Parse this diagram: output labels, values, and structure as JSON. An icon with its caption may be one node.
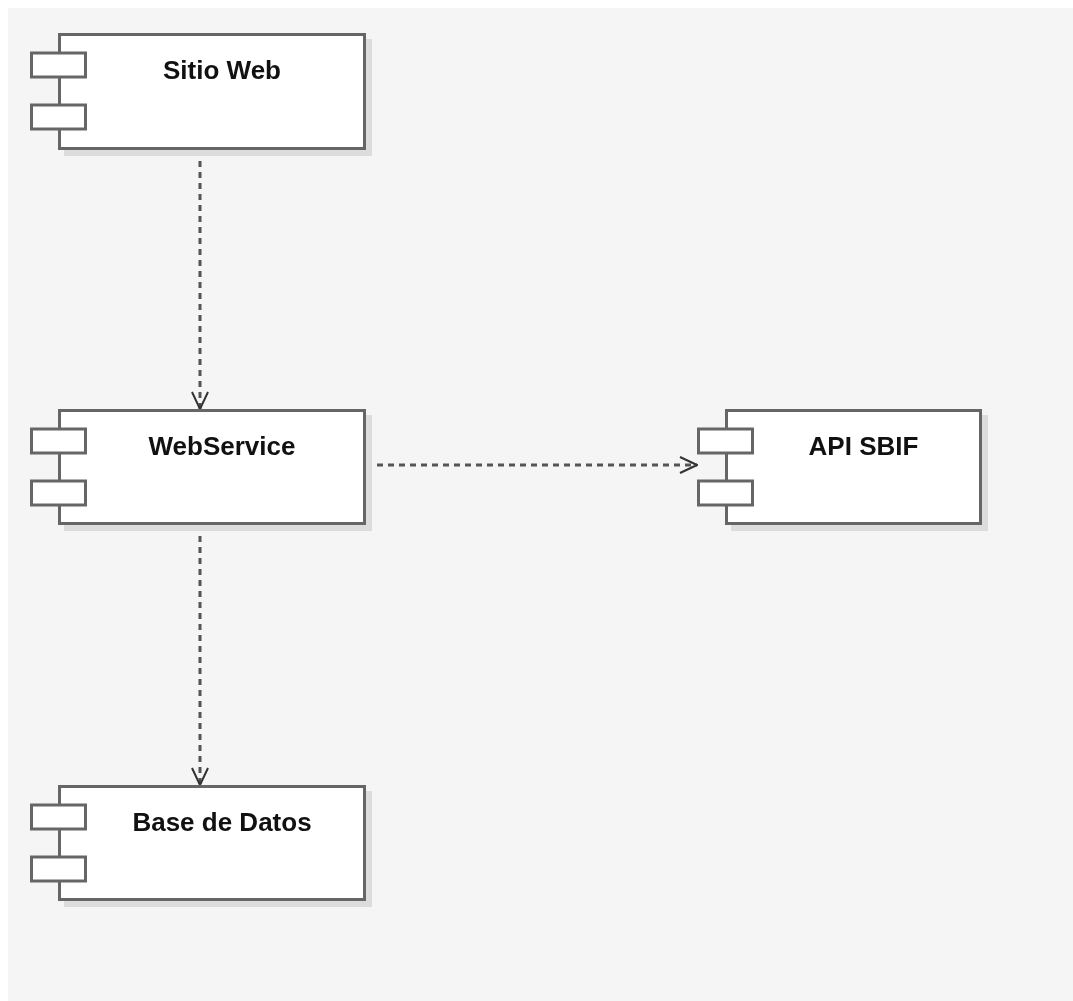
{
  "diagram": {
    "nodes": [
      {
        "text": [
          "Sitio Web"
        ]
      },
      {
        "text": [
          "WebService"
        ]
      },
      {
        "text": [
          "API SBIF"
        ]
      },
      {
        "text": [
          "Base de Datos"
        ]
      }
    ],
    "edges": [
      {
        "from": 0,
        "to": 1,
        "arrow": "to",
        "style": "dashed"
      },
      {
        "from": 1,
        "to": 2,
        "arrow": "to",
        "style": "dashed"
      },
      {
        "from": 1,
        "to": 3,
        "arrow": "to",
        "style": "dashed"
      }
    ]
  }
}
